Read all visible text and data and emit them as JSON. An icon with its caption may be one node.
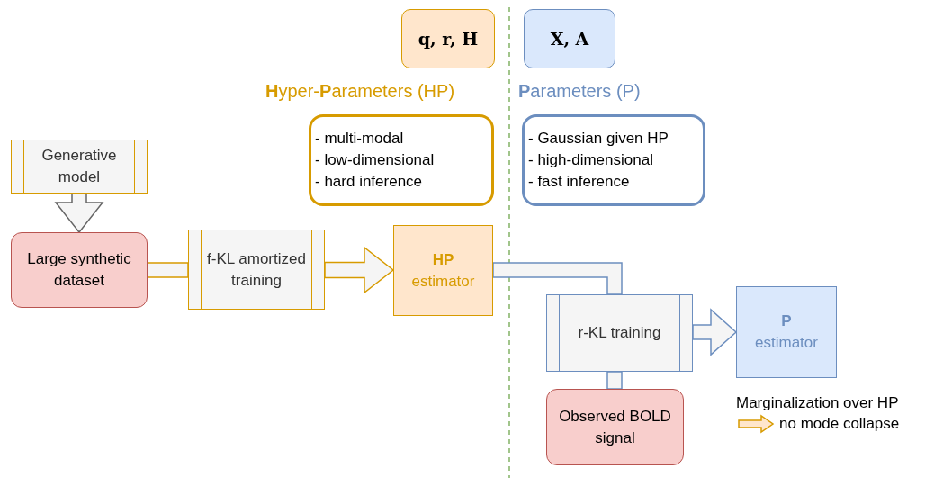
{
  "diagram": {
    "nodes": [
      {
        "text": [
          "q, r, H"
        ]
      },
      {
        "text": [
          "X, A"
        ]
      },
      {
        "text": [
          "- multi-modal",
          "- low-dimensional",
          "- hard inference"
        ]
      },
      {
        "text": [
          "- Gaussian given HP",
          "- high-dimensional",
          "- fast inference"
        ]
      },
      {
        "text": [
          "Generative model"
        ]
      },
      {
        "text": [
          "Large synthetic dataset"
        ]
      },
      {
        "text": [
          "f-KL amortized training"
        ]
      },
      {
        "text": [
          "HP",
          "estimator"
        ]
      },
      {
        "text": [
          "r-KL training"
        ]
      },
      {
        "text": [
          "P",
          "estimator"
        ]
      },
      {
        "text": [
          "Observed BOLD signal"
        ]
      }
    ],
    "edges": [
      {
        "from": 4,
        "to": 5,
        "arrow": "to",
        "color": "#666666"
      },
      {
        "from": 5,
        "to": 6,
        "arrow": "none",
        "color": "#d79b00"
      },
      {
        "from": 6,
        "to": 7,
        "arrow": "to",
        "color": "#d79b00"
      },
      {
        "from": 7,
        "to": 8,
        "arrow": "none"
      },
      {
        "from": 8,
        "to": 9,
        "arrow": "to"
      },
      {
        "from": 10,
        "to": 8,
        "arrow": "none"
      }
    ],
    "labels": [
      "**H**yper-**P**arameters (HP)",
      "**P**arameters (P)",
      "Marginalization over HP",
      "no mode collapse"
    ]
  }
}
